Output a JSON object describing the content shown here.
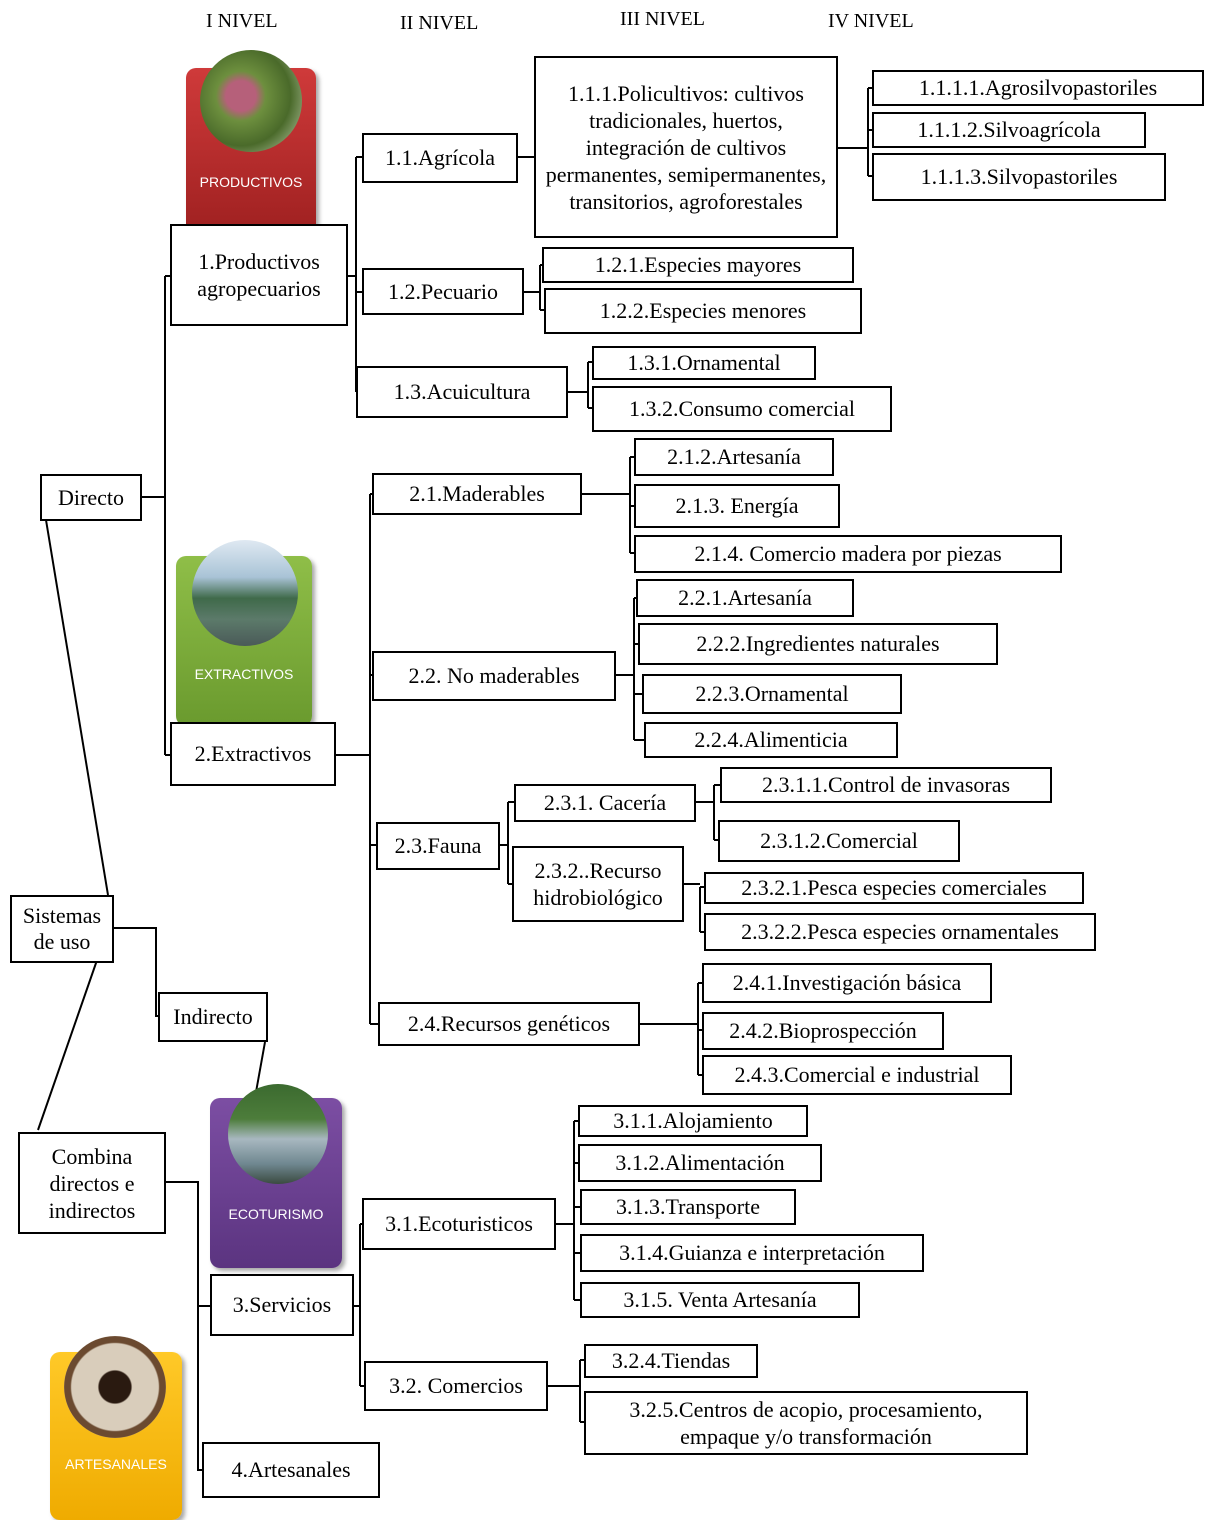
{
  "levels": [
    "I NIVEL",
    "II NIVEL",
    "III NIVEL",
    "IV NIVEL"
  ],
  "root": {
    "sistemas": "Sistemas de uso",
    "directo": "Directo",
    "indirecto": "Indirecto",
    "combina": "Combina directos e indirectos"
  },
  "tiles": {
    "productivos": "PRODUCTIVOS",
    "extractivos": "EXTRACTIVOS",
    "ecoturismo": "ECOTURISMO",
    "artesanales": "ARTESANALES"
  },
  "colors": {
    "productivos": "#b22a2a",
    "extractivos": "#7aa83a",
    "ecoturismo": "#6a3f8f",
    "artesanales": "#f3b800"
  },
  "n1": {
    "productivos": "1.Productivos agropecuarios",
    "extractivos": "2.Extractivos",
    "servicios": "3.Servicios",
    "artesanales": "4.Artesanales"
  },
  "n2": {
    "agricola": "1.1.Agrícola",
    "pecuario": "1.2.Pecuario",
    "acuicultura": "1.3.Acuicultura",
    "maderables": "2.1.Maderables",
    "no_maderables": "2.2. No maderables",
    "fauna": "2.3.Fauna",
    "geneticos": "2.4.Recursos genéticos",
    "ecoturisticos": "3.1.Ecoturisticos",
    "comercios": "3.2. Comercios"
  },
  "n3": {
    "policultivos": "1.1.1.Policultivos: cultivos tradicionales, huertos, integración de cultivos permanentes, semipermanentes, transitorios, agroforestales",
    "especies_mayores": "1.2.1.Especies mayores",
    "especies_menores": "1.2.2.Especies menores",
    "ornamental_131": "1.3.1.Ornamental",
    "consumo": "1.3.2.Consumo comercial",
    "artesania_212": "2.1.2.Artesanía",
    "energia": "2.1.3. Energía",
    "comercio_madera": "2.1.4. Comercio madera por piezas",
    "artesania_221": "2.2.1.Artesanía",
    "ingredientes": "2.2.2.Ingredientes naturales",
    "ornamental_223": "2.2.3.Ornamental",
    "alimenticia": "2.2.4.Alimenticia",
    "caceria": "2.3.1. Cacería",
    "hidrobiologico": "2.3.2..Recurso hidrobiológico",
    "investigacion": "2.4.1.Investigación básica",
    "bioprospeccion": "2.4.2.Bioprospección",
    "comercial_industrial": "2.4.3.Comercial e industrial",
    "alojamiento": "3.1.1.Alojamiento",
    "alimentacion": "3.1.2.Alimentación",
    "transporte": "3.1.3.Transporte",
    "guianza": "3.1.4.Guianza e interpretación",
    "venta_artesania": "3.1.5. Venta Artesanía",
    "tiendas": "3.2.4.Tiendas",
    "centros": "3.2.5.Centros de acopio, procesamiento, empaque y/o transformación"
  },
  "n4": {
    "agrosilvo": "1.1.1.1.Agrosilvopastoriles",
    "silvoagricola": "1.1.1.2.Silvoagrícola",
    "silvopastoriles": "1.1.1.3.Silvopastoriles",
    "control_invasoras": "2.3.1.1.Control de invasoras",
    "comercial_2312": "2.3.1.2.Comercial",
    "pesca_comerciales": "2.3.2.1.Pesca especies comerciales",
    "pesca_ornamentales": "2.3.2.2.Pesca especies ornamentales"
  }
}
